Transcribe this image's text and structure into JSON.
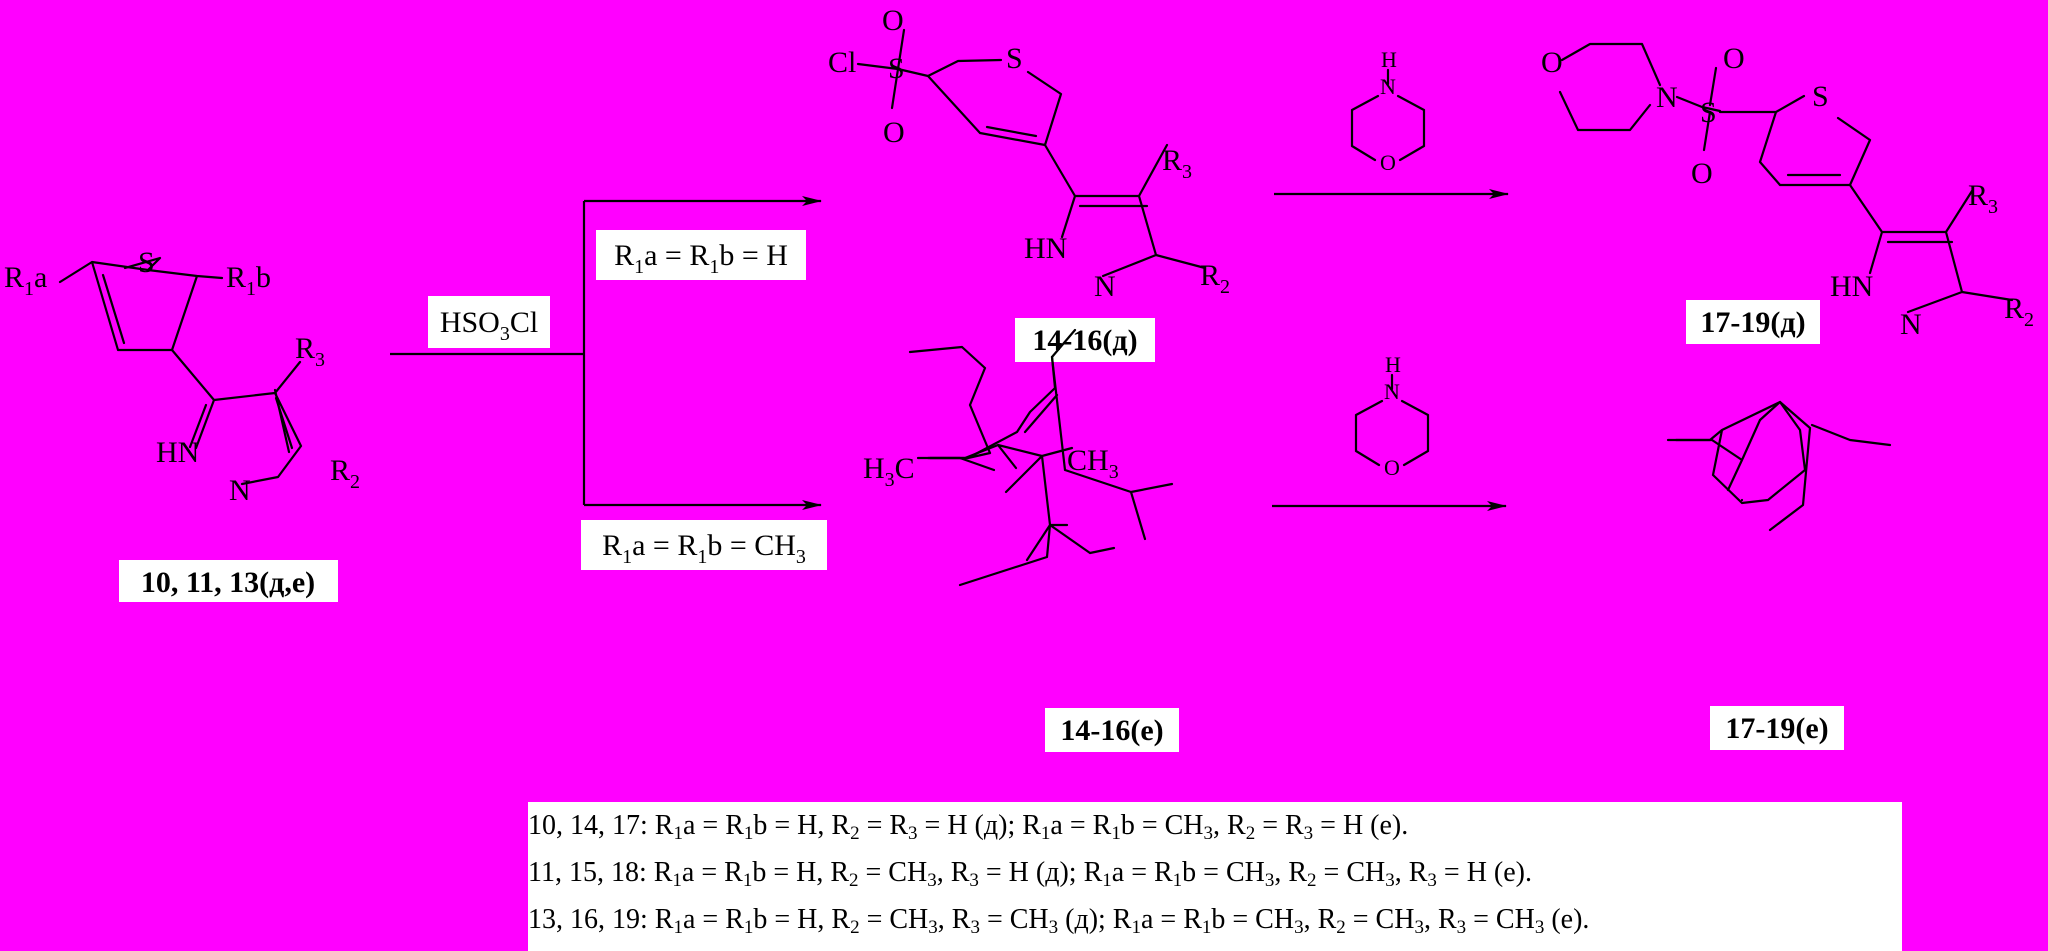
{
  "reagents": {
    "chlorosulfonic": "HSO3Cl",
    "morpholine_top_atoms": [
      "H",
      "N",
      "O"
    ],
    "morpholine_bottom_atoms": [
      "H",
      "N",
      "O"
    ]
  },
  "conditions": {
    "upper": "R1a = R1b = H",
    "lower": "R1a = R1b = CH3"
  },
  "compounds": {
    "start": "10, 11, 13(д,е)",
    "chloride_d": "14-16(д)",
    "chloride_e": "14-16(е)",
    "amide_d": "17-19(д)",
    "amide_e": "17-19(е)"
  },
  "atoms": {
    "S": "S",
    "N": "N",
    "HN": "HN",
    "O": "O",
    "Cl": "Cl",
    "R1a": "R1a",
    "R1b": "R1b",
    "R2": "R2",
    "R3": "R3",
    "H3C": "H3C",
    "CH3": "CH3"
  },
  "legend": {
    "rows": [
      "10, 14, 17: R1a = R1b = H, R2 = R3 = H (д); R1a = R1b = CH3, R2 = R3 = H (е).",
      "11, 15, 18: R1a = R1b = H, R2 = CH3, R3 = H (д); R1a = R1b = CH3, R2 = CH3, R3 = H (е).",
      "13, 16, 19: R1a = R1b = H, R2 = CH3, R3 = CH3 (д); R1a = R1b = CH3, R2 = CH3, R3 = CH3 (е)."
    ]
  },
  "colors": {
    "background": "#ff00ff",
    "label_box": "#ffffff",
    "ink": "#000000"
  }
}
